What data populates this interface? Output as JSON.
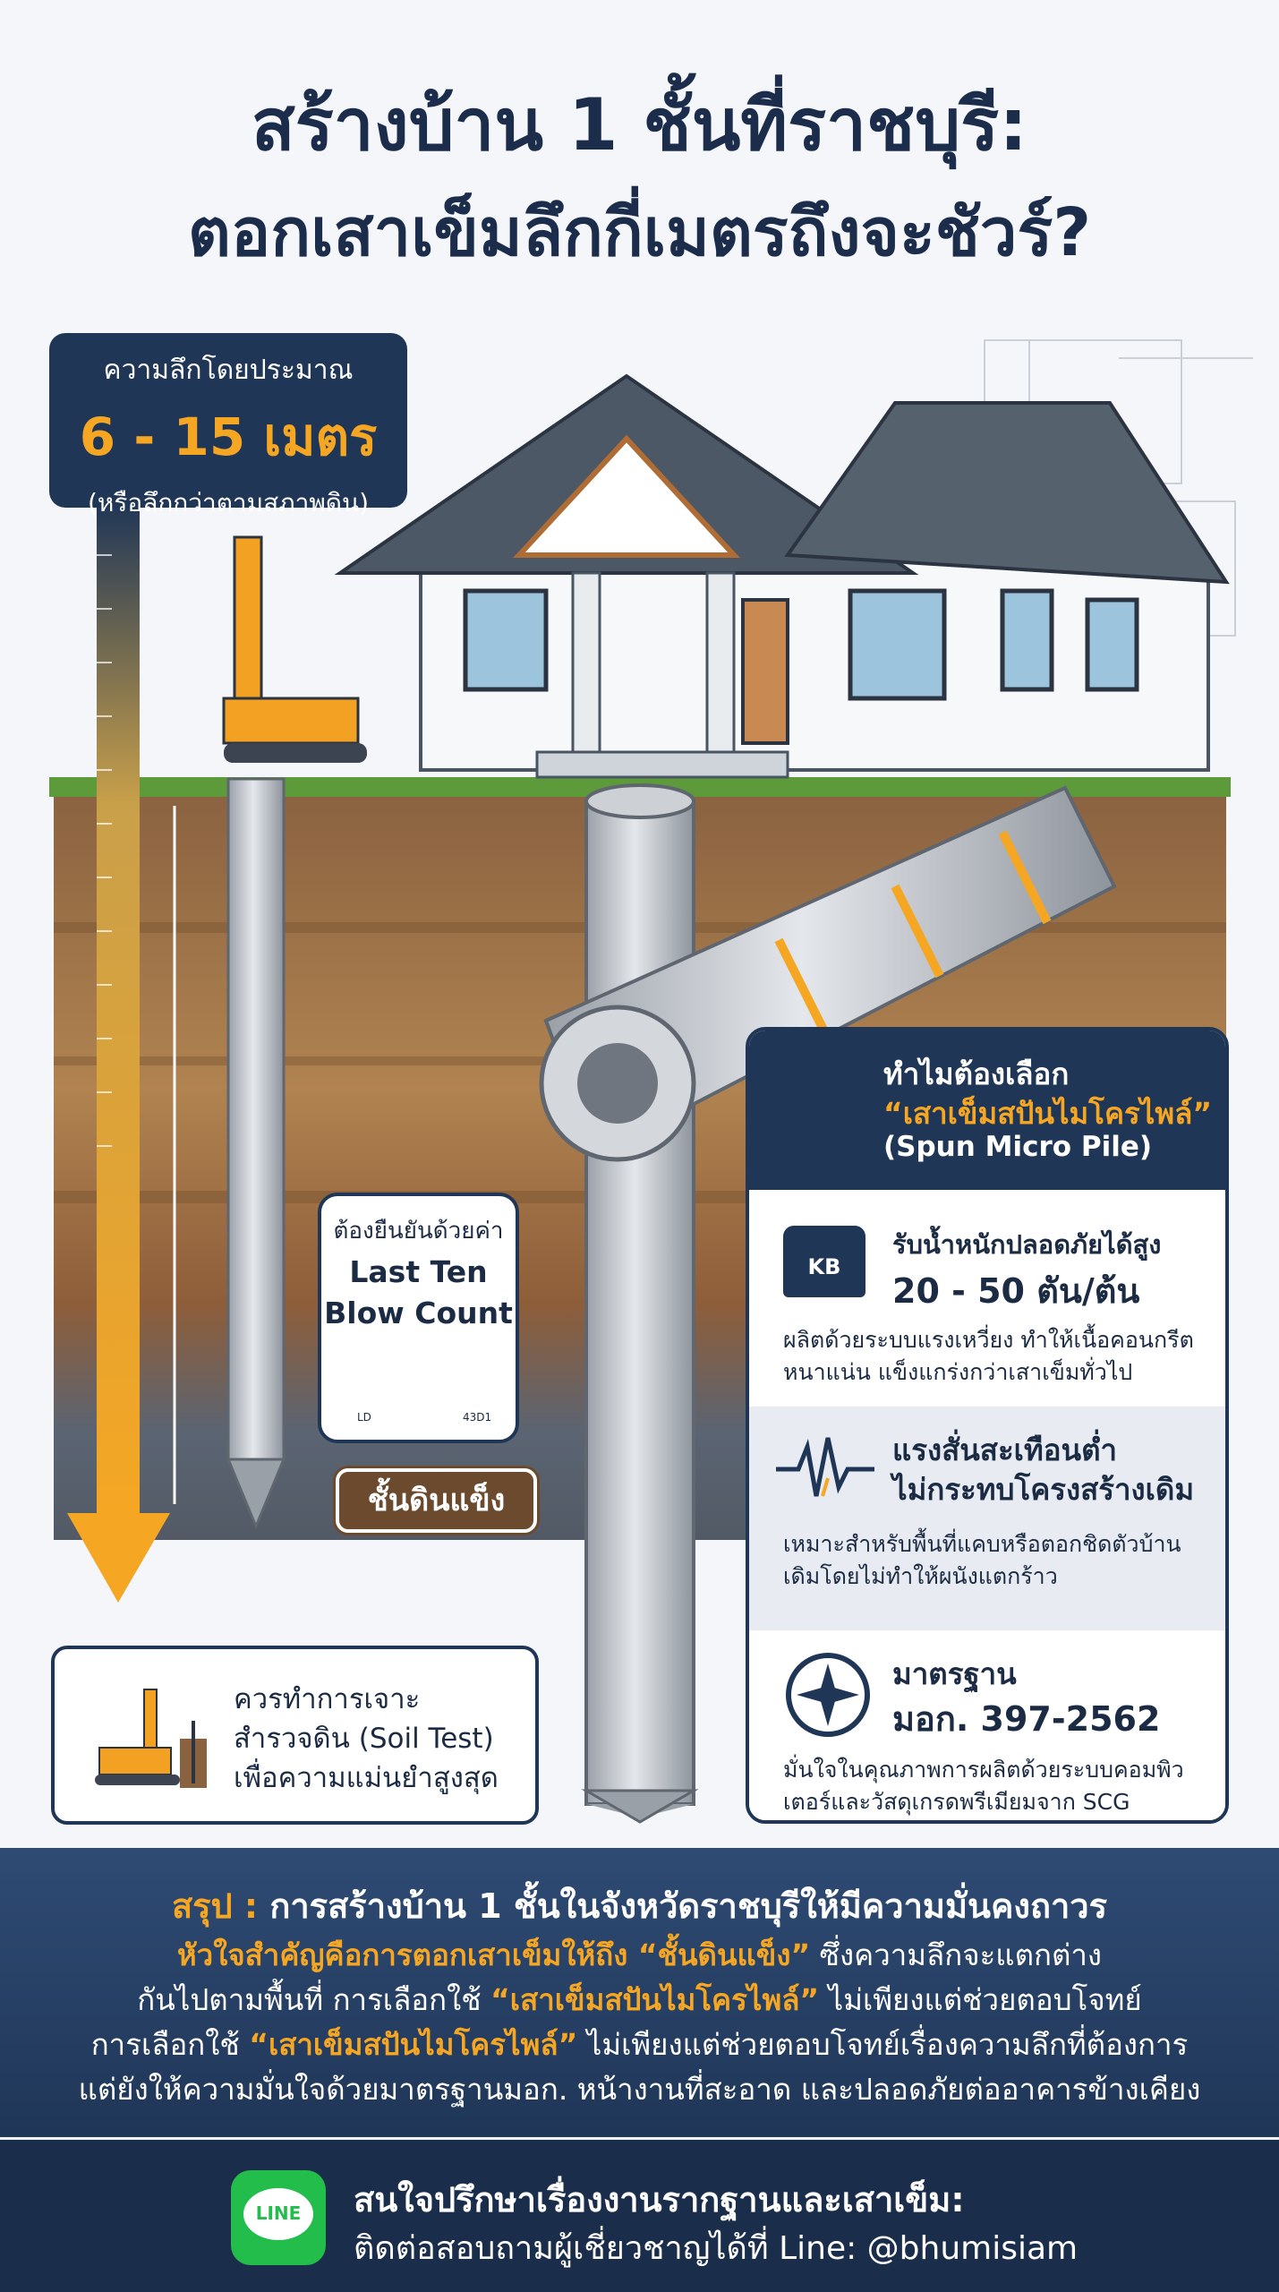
{
  "title": {
    "line1": "สร้างบ้าน 1 ชั้นที่ราชบุรี:",
    "line2": "ตอกเสาเข็มลึกกี่เมตรถึงจะชัวร์?"
  },
  "depth": {
    "label": "ความลึกโดยประมาณ",
    "value": "6 - 15 เมตร",
    "note": "(หรือลึกกว่าตามสภาพดิน)"
  },
  "blow_count": {
    "label": "ต้องยืนยันด้วยค่า",
    "value_line1": "Last Ten",
    "value_line2": "Blow Count",
    "gauge_left": "LD",
    "gauge_right": "43D1"
  },
  "hard_soil": "ชั้นดินแข็ง",
  "soil_test": {
    "line1": "ควรทำการเจาะ",
    "line2": "สำรวจดิน (Soil Test)",
    "line3": "เพื่อความแม่นยำสูงสุด"
  },
  "panel": {
    "head1": "ทำไมต้องเลือก",
    "head2": "“เสาเข็มสปันไมโครไพล์”",
    "head3": "(Spun Micro Pile)",
    "s1": {
      "badge": "KB",
      "title1": "รับน้ำหนักปลอดภัยได้สูง",
      "title2": "20 - 50 ตัน/ต้น",
      "body1": "ผลิตด้วยระบบแรงเหวี่ยง ทำให้เนื้อคอนกรีต",
      "body2": "หนาแน่น แข็งแกร่งกว่าเสาเข็มทั่วไป"
    },
    "s2": {
      "title1": "แรงสั่นสะเทือนต่ำ",
      "title2": "ไม่กระทบโครงสร้างเดิม",
      "body1": "เหมาะสำหรับพื้นที่แคบหรือตอกชิดตัวบ้าน",
      "body2": "เดิมโดยไม่ทำให้ผนังแตกร้าว"
    },
    "s3": {
      "title1": "มาตรฐาน",
      "title2": "มอก. 397-2562",
      "body1": "มั่นใจในคุณภาพการผลิตด้วยระบบคอมพิว",
      "body2": "เตอร์และวัสดุเกรดพรีเมียมจาก SCG"
    }
  },
  "summary": {
    "l1_prefix": "สรุป : ",
    "l1_text": "การสร้างบ้าน 1 ชั้นในจังหวัดราชบุรีให้มีความมั่นคงถาวร",
    "l2_a": "หัวใจสำคัญคือการตอกเสาเข็มให้ถึง “ชั้นดินแข็ง”",
    "l2_b": " ซึ่งความลึกจะแตกต่าง",
    "l3_a": "กันไปตามพื้นที่ การเลือกใช้ ",
    "l3_b": "“เสาเข็มสปันไมโครไพล์”",
    "l3_c": " ไม่เพียงแต่ช่วยตอบโจทย์",
    "l4_a": "การเลือกใช้ ",
    "l4_b": "“เสาเข็มสปันไมโครไพล์”",
    "l4_c": " ไม่เพียงแต่ช่วยตอบโจทย์เรื่องความลึกที่ต้องการ",
    "l5": "แต่ยังให้ความมั่นใจด้วยมาตรฐานมอก. หน้างานที่สะอาด และปลอดภัยต่ออาคารข้างเคียง"
  },
  "footer": {
    "logo": "LINE",
    "line1": "สนใจปรึกษาเรื่องงานรากฐานและเสาเข็ม:",
    "line2": "ติดต่อสอบถามผู้เชี่ยวชาญได้ที่ Line: @bhumisiam"
  },
  "colors": {
    "navy": "#1f3657",
    "orange": "#f5a623",
    "soil_brown": "#6b4a2e",
    "line_green": "#22bd4a"
  }
}
